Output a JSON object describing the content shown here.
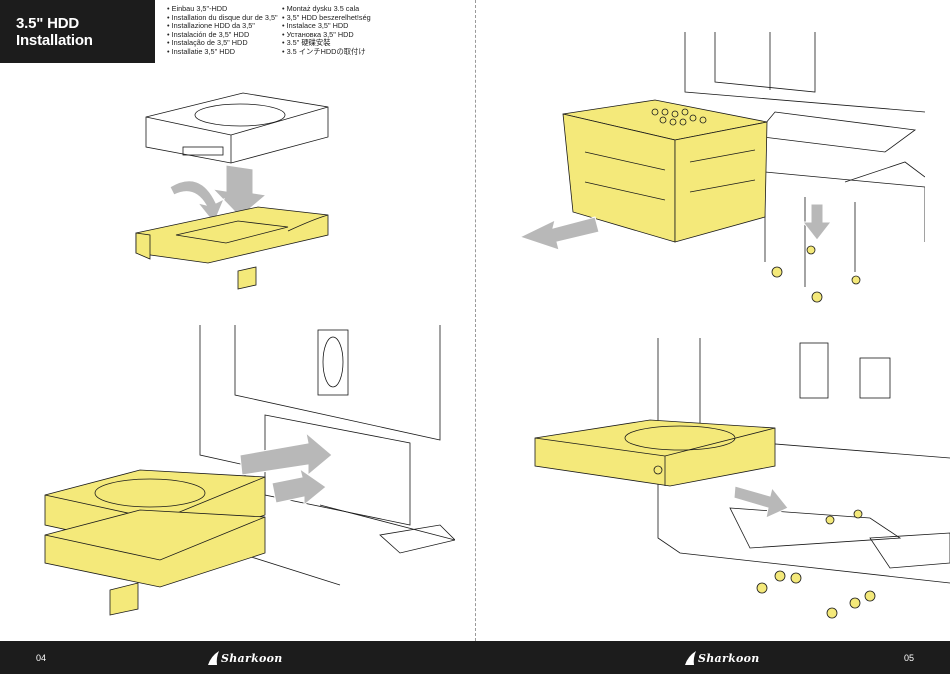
{
  "header": {
    "title": "3.5\" HDD Installation"
  },
  "languages": {
    "col1": [
      "• Einbau 3,5\"-HDD",
      "• Installation du disque dur de 3,5\"",
      "• Installazione HDD da 3,5\"",
      "• Instalación de 3,5\" HDD",
      "• Instalação de 3,5\" HDD",
      "• Installatie 3,5\" HDD"
    ],
    "col2": [
      "• Montaż dysku 3.5 cala",
      "• 3,5\" HDD beszerelhet!ség",
      "• Instalace 3,5\" HDD",
      "• Установка 3,5\" HDD",
      "• 3.5\" 硬碟安裝",
      "• 3.5 インチHDDの取付け"
    ]
  },
  "footer": {
    "left_page": "04",
    "right_page": "05",
    "brand": "Sharkoon"
  },
  "colors": {
    "accent": "#f4e97a",
    "dark": "#1c1c1c",
    "arrow": "#b8b8b8"
  },
  "figures": [
    {
      "name": "hdd-tray-figure",
      "icon": "hdd-into-tray"
    },
    {
      "name": "cage-removal-figure",
      "icon": "cage-out-arrow"
    },
    {
      "name": "tray-insert-figure",
      "icon": "trays-into-cage"
    },
    {
      "name": "hdd-mount-bottom-figure",
      "icon": "hdd-to-floor"
    }
  ]
}
